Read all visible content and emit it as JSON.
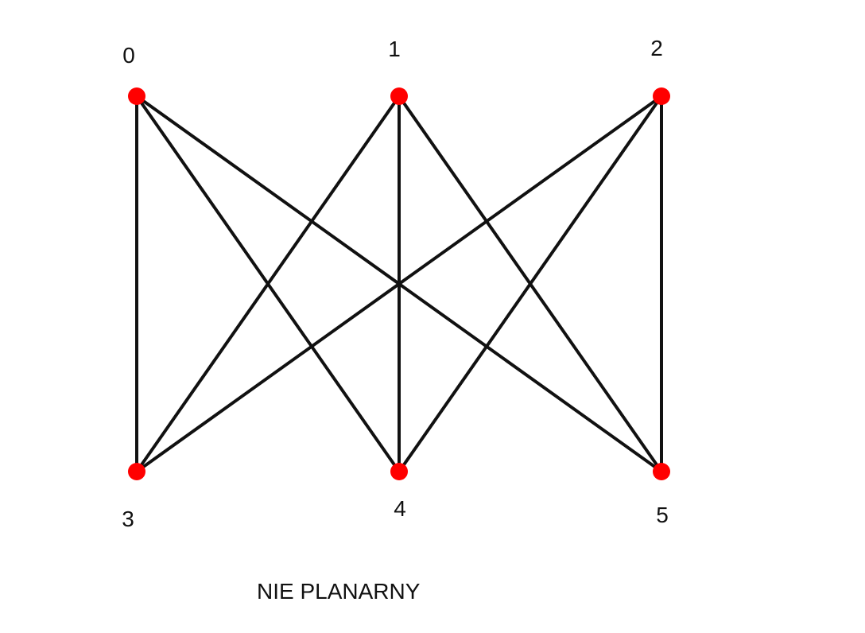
{
  "graph": {
    "caption": "NIE PLANARNY",
    "colors": {
      "node": "#ff0000",
      "edge": "#111111",
      "text": "#111111"
    },
    "nodes": [
      {
        "id": "0",
        "label": "0"
      },
      {
        "id": "1",
        "label": "1"
      },
      {
        "id": "2",
        "label": "2"
      },
      {
        "id": "3",
        "label": "3"
      },
      {
        "id": "4",
        "label": "4"
      },
      {
        "id": "5",
        "label": "5"
      }
    ],
    "edges": [
      [
        "0",
        "3"
      ],
      [
        "0",
        "4"
      ],
      [
        "0",
        "5"
      ],
      [
        "1",
        "3"
      ],
      [
        "1",
        "4"
      ],
      [
        "1",
        "5"
      ],
      [
        "2",
        "3"
      ],
      [
        "2",
        "4"
      ],
      [
        "2",
        "5"
      ]
    ]
  }
}
